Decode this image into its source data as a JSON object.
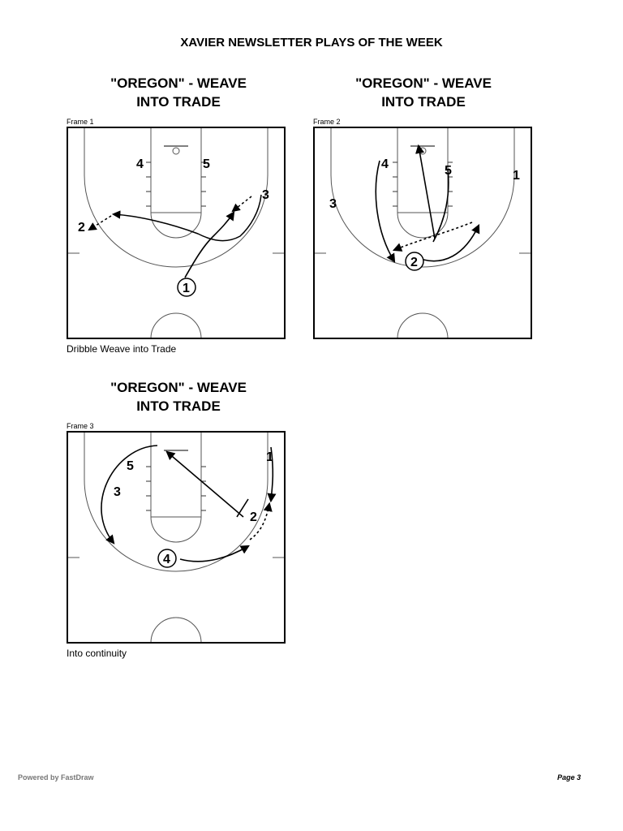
{
  "page": {
    "title": "XAVIER NEWSLETTER PLAYS OF THE WEEK",
    "footer_left": "Powered by FastDraw",
    "footer_right": "Page 3"
  },
  "frames": [
    {
      "title_line1": "\"OREGON\" - WEAVE",
      "title_line2": "INTO TRADE",
      "label": "Frame 1",
      "caption": "Dribble Weave into Trade",
      "players": [
        "4",
        "5",
        "3",
        "2",
        "1"
      ]
    },
    {
      "title_line1": "\"OREGON\" - WEAVE",
      "title_line2": "INTO TRADE",
      "label": "Frame 2",
      "caption": "",
      "players": [
        "4",
        "5",
        "1",
        "3",
        "2"
      ]
    },
    {
      "title_line1": "\"OREGON\" - WEAVE",
      "title_line2": "INTO TRADE",
      "label": "Frame 3",
      "caption": "Into continuity",
      "players": [
        "1",
        "5",
        "3",
        "2",
        "4"
      ]
    }
  ],
  "colors": {
    "ink": "#000000",
    "court_line": "#555555",
    "footer_gray": "#777777"
  }
}
